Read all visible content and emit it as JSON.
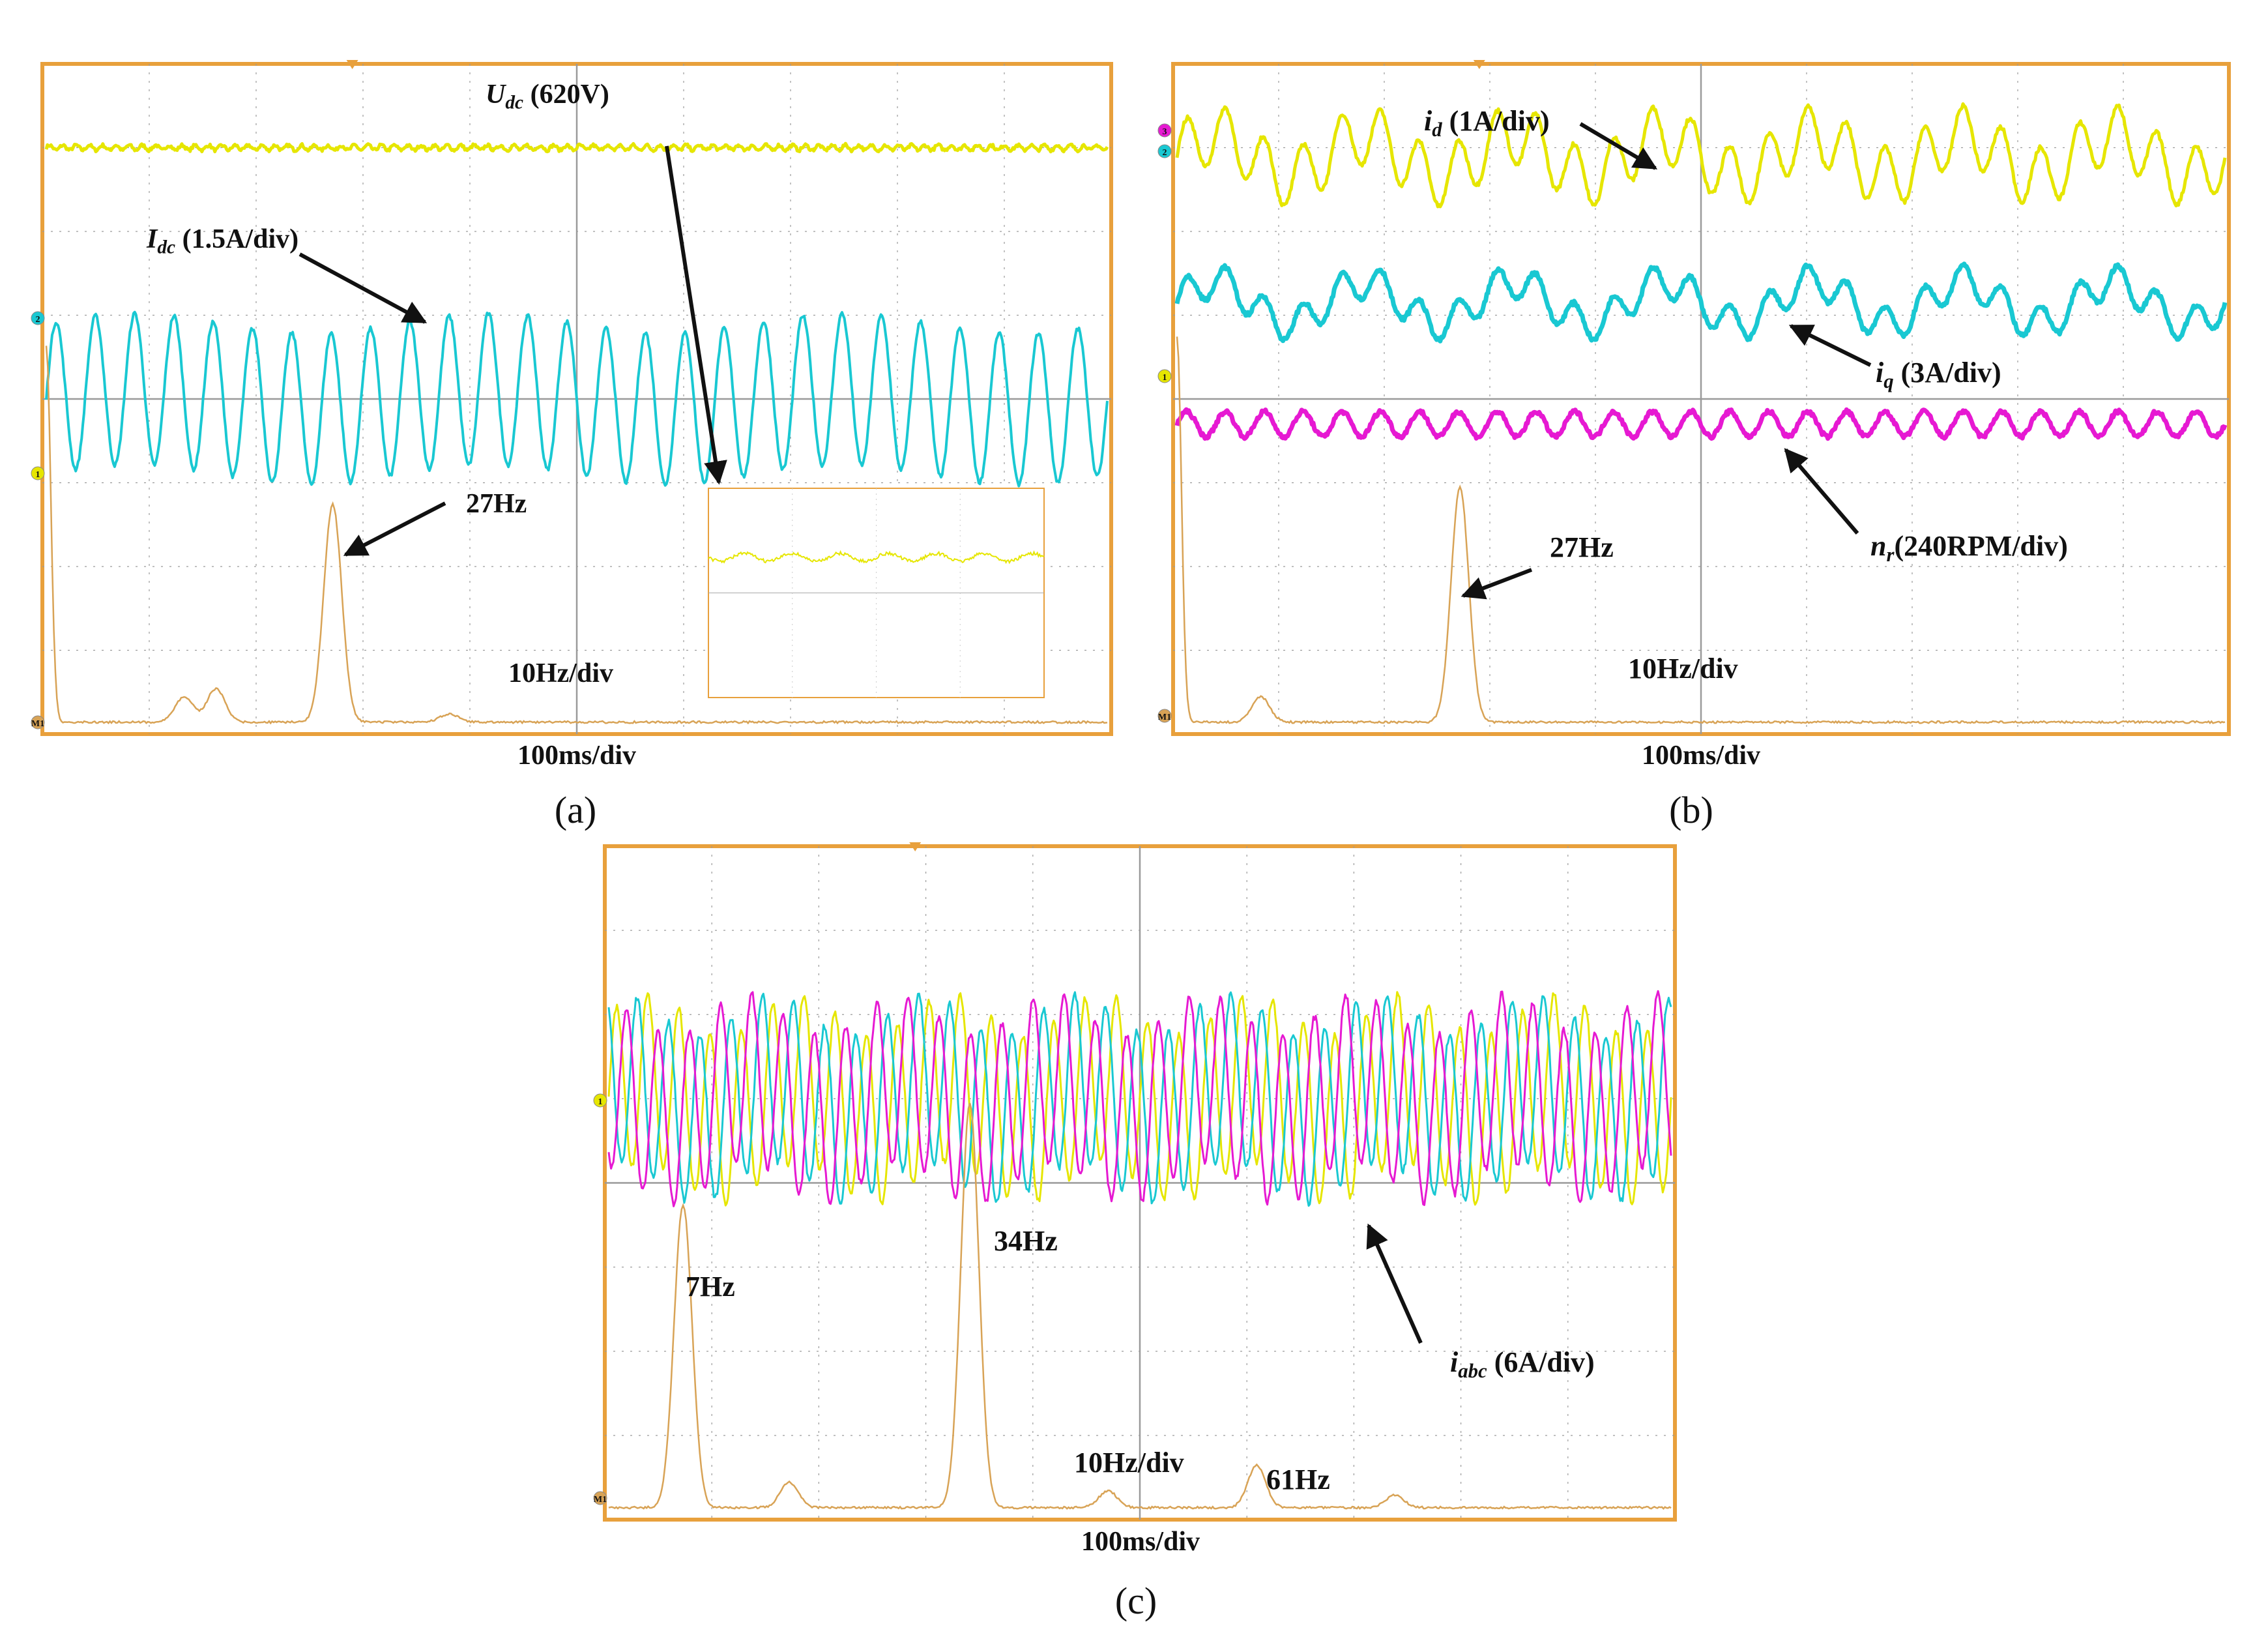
{
  "figure": {
    "panels": [
      {
        "id": "a",
        "caption": "(a)",
        "annotations": [
          {
            "sym": "U",
            "sub": "dc",
            "rest": " (620V)"
          },
          {
            "sym": "I",
            "sub": "dc",
            "rest": " (1.5A/div)"
          },
          {
            "sym": "",
            "sub": "",
            "rest": "27Hz"
          },
          {
            "sym": "",
            "sub": "",
            "rest": "10Hz/div"
          }
        ],
        "time_scale": "100ms/div",
        "channel_markers": [
          "2",
          "1",
          "M1"
        ]
      },
      {
        "id": "b",
        "caption": "(b)",
        "annotations": [
          {
            "sym": "i",
            "sub": "d",
            "rest": " (1A/div)"
          },
          {
            "sym": "i",
            "sub": "q",
            "rest": " (3A/div)"
          },
          {
            "sym": "n",
            "sub": "r",
            "rest": "(240RPM/div)"
          },
          {
            "sym": "",
            "sub": "",
            "rest": "27Hz"
          },
          {
            "sym": "",
            "sub": "",
            "rest": "10Hz/div"
          }
        ],
        "time_scale": "100ms/div",
        "channel_markers": [
          "3",
          "2",
          "1",
          "M1"
        ]
      },
      {
        "id": "c",
        "caption": "(c)",
        "annotations": [
          {
            "sym": "i",
            "sub": "abc",
            "rest": " (6A/div)"
          },
          {
            "sym": "",
            "sub": "",
            "rest": "7Hz"
          },
          {
            "sym": "",
            "sub": "",
            "rest": "34Hz"
          },
          {
            "sym": "",
            "sub": "",
            "rest": "61Hz"
          },
          {
            "sym": "",
            "sub": "",
            "rest": "10Hz/div"
          }
        ],
        "time_scale": "100ms/div",
        "channel_markers": [
          "1",
          "M1"
        ]
      }
    ],
    "colors": {
      "frame": "#e8a03c",
      "grid": "#9a9a9a",
      "ch_yellow": "#e6e600",
      "ch_cyan": "#19c8d2",
      "ch_magenta": "#e619d2",
      "fft": "#d8a356",
      "arrow": "#111111"
    }
  },
  "chart_data": [
    {
      "type": "line",
      "panel": "a",
      "series": [
        {
          "name": "U_dc",
          "kind": "time",
          "scale": "620V",
          "mean_div": 3.0,
          "ripple_div": 0.03
        },
        {
          "name": "I_dc",
          "kind": "time",
          "scale": "1.5A/div",
          "mean_div": 0.0,
          "osc_amplitude_div": 0.9,
          "cycles": 27
        },
        {
          "name": "FFT",
          "kind": "spectrum",
          "scale": "10Hz/div",
          "peaks": [
            {
              "f": 0,
              "h": 4.5
            },
            {
              "f": 13,
              "h": 0.3
            },
            {
              "f": 16,
              "h": 0.4
            },
            {
              "f": 27,
              "h": 2.6
            },
            {
              "f": 38,
              "h": 0.1
            }
          ]
        }
      ],
      "xlim_time_div": [
        0,
        10
      ],
      "ylim_div": [
        -4,
        4
      ],
      "time_scale": "100ms/div",
      "freq_scale": "10Hz/div",
      "grid": true,
      "inset": "zoom of U_dc ripple"
    },
    {
      "type": "line",
      "panel": "b",
      "series": [
        {
          "name": "i_d",
          "kind": "time",
          "scale": "1A/div",
          "mean_div": 2.9,
          "osc_amplitude_div": 0.35,
          "cycles": 27
        },
        {
          "name": "i_q",
          "kind": "time",
          "scale": "3A/div",
          "mean_div": 1.15,
          "osc_amplitude_div": 0.2,
          "cycles": 27
        },
        {
          "name": "n_r",
          "kind": "time",
          "scale": "240RPM/div",
          "mean_div": -0.3,
          "osc_amplitude_div": 0.15,
          "cycles": 27
        },
        {
          "name": "FFT",
          "kind": "spectrum",
          "scale": "10Hz/div",
          "peaks": [
            {
              "f": 0,
              "h": 4.6
            },
            {
              "f": 8,
              "h": 0.3
            },
            {
              "f": 27,
              "h": 2.8
            }
          ]
        }
      ],
      "xlim_time_div": [
        0,
        10
      ],
      "ylim_div": [
        -4,
        4
      ],
      "time_scale": "100ms/div",
      "freq_scale": "10Hz/div",
      "grid": true
    },
    {
      "type": "line",
      "panel": "c",
      "series": [
        {
          "name": "i_a",
          "kind": "time",
          "scale": "6A/div",
          "mean_div": 1.0,
          "osc_amplitude_div": 1.0,
          "cycles": 34,
          "phase_deg": 0
        },
        {
          "name": "i_b",
          "kind": "time",
          "scale": "6A/div",
          "mean_div": 1.0,
          "osc_amplitude_div": 1.0,
          "cycles": 34,
          "phase_deg": 120
        },
        {
          "name": "i_c",
          "kind": "time",
          "scale": "6A/div",
          "mean_div": 1.0,
          "osc_amplitude_div": 1.0,
          "cycles": 34,
          "phase_deg": 240
        },
        {
          "name": "FFT",
          "kind": "spectrum",
          "scale": "10Hz/div",
          "peaks": [
            {
              "f": 7,
              "h": 3.6
            },
            {
              "f": 17,
              "h": 0.3
            },
            {
              "f": 34,
              "h": 4.8
            },
            {
              "f": 47,
              "h": 0.2
            },
            {
              "f": 61,
              "h": 0.5
            },
            {
              "f": 74,
              "h": 0.15
            }
          ]
        }
      ],
      "xlim_time_div": [
        0,
        10
      ],
      "ylim_div": [
        -4,
        4
      ],
      "time_scale": "100ms/div",
      "freq_scale": "10Hz/div",
      "grid": true
    }
  ]
}
